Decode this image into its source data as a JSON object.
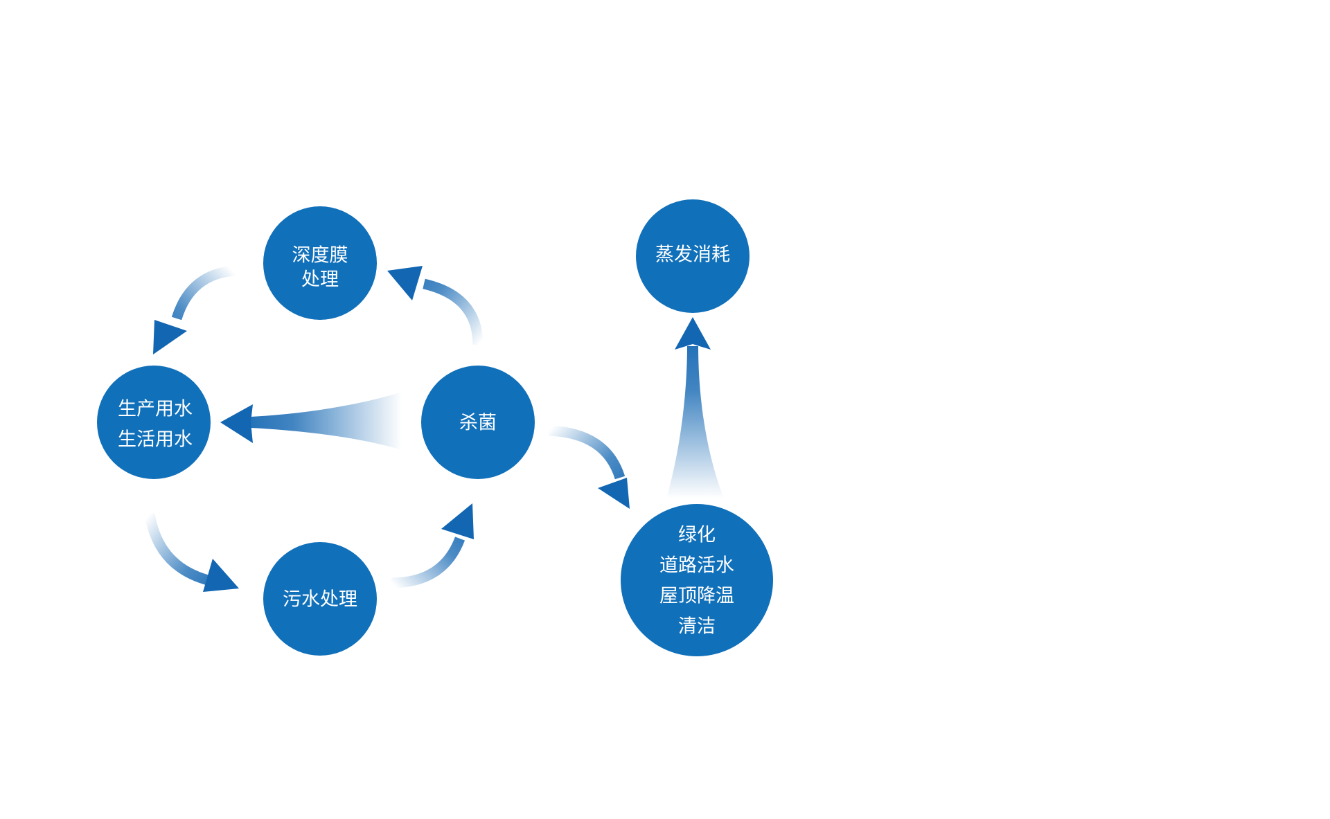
{
  "colors": {
    "node_fill": "#1170ba",
    "arrow": "#1266b2",
    "arrow_fade": "#ffffff",
    "background": "#ffffff"
  },
  "nodes": {
    "deep_membrane": {
      "line1": "深度膜",
      "line2": "处理"
    },
    "production_water": {
      "line1": "生产用水",
      "line2": "生活用水"
    },
    "sterilization": {
      "line1": "杀菌"
    },
    "sewage_treatment": {
      "line1": "污水处理"
    },
    "evaporation": {
      "line1": "蒸发消耗"
    },
    "greening": {
      "line1": "绿化",
      "line2": "道路活水",
      "line3": "屋顶降温",
      "line4": "清洁"
    }
  }
}
